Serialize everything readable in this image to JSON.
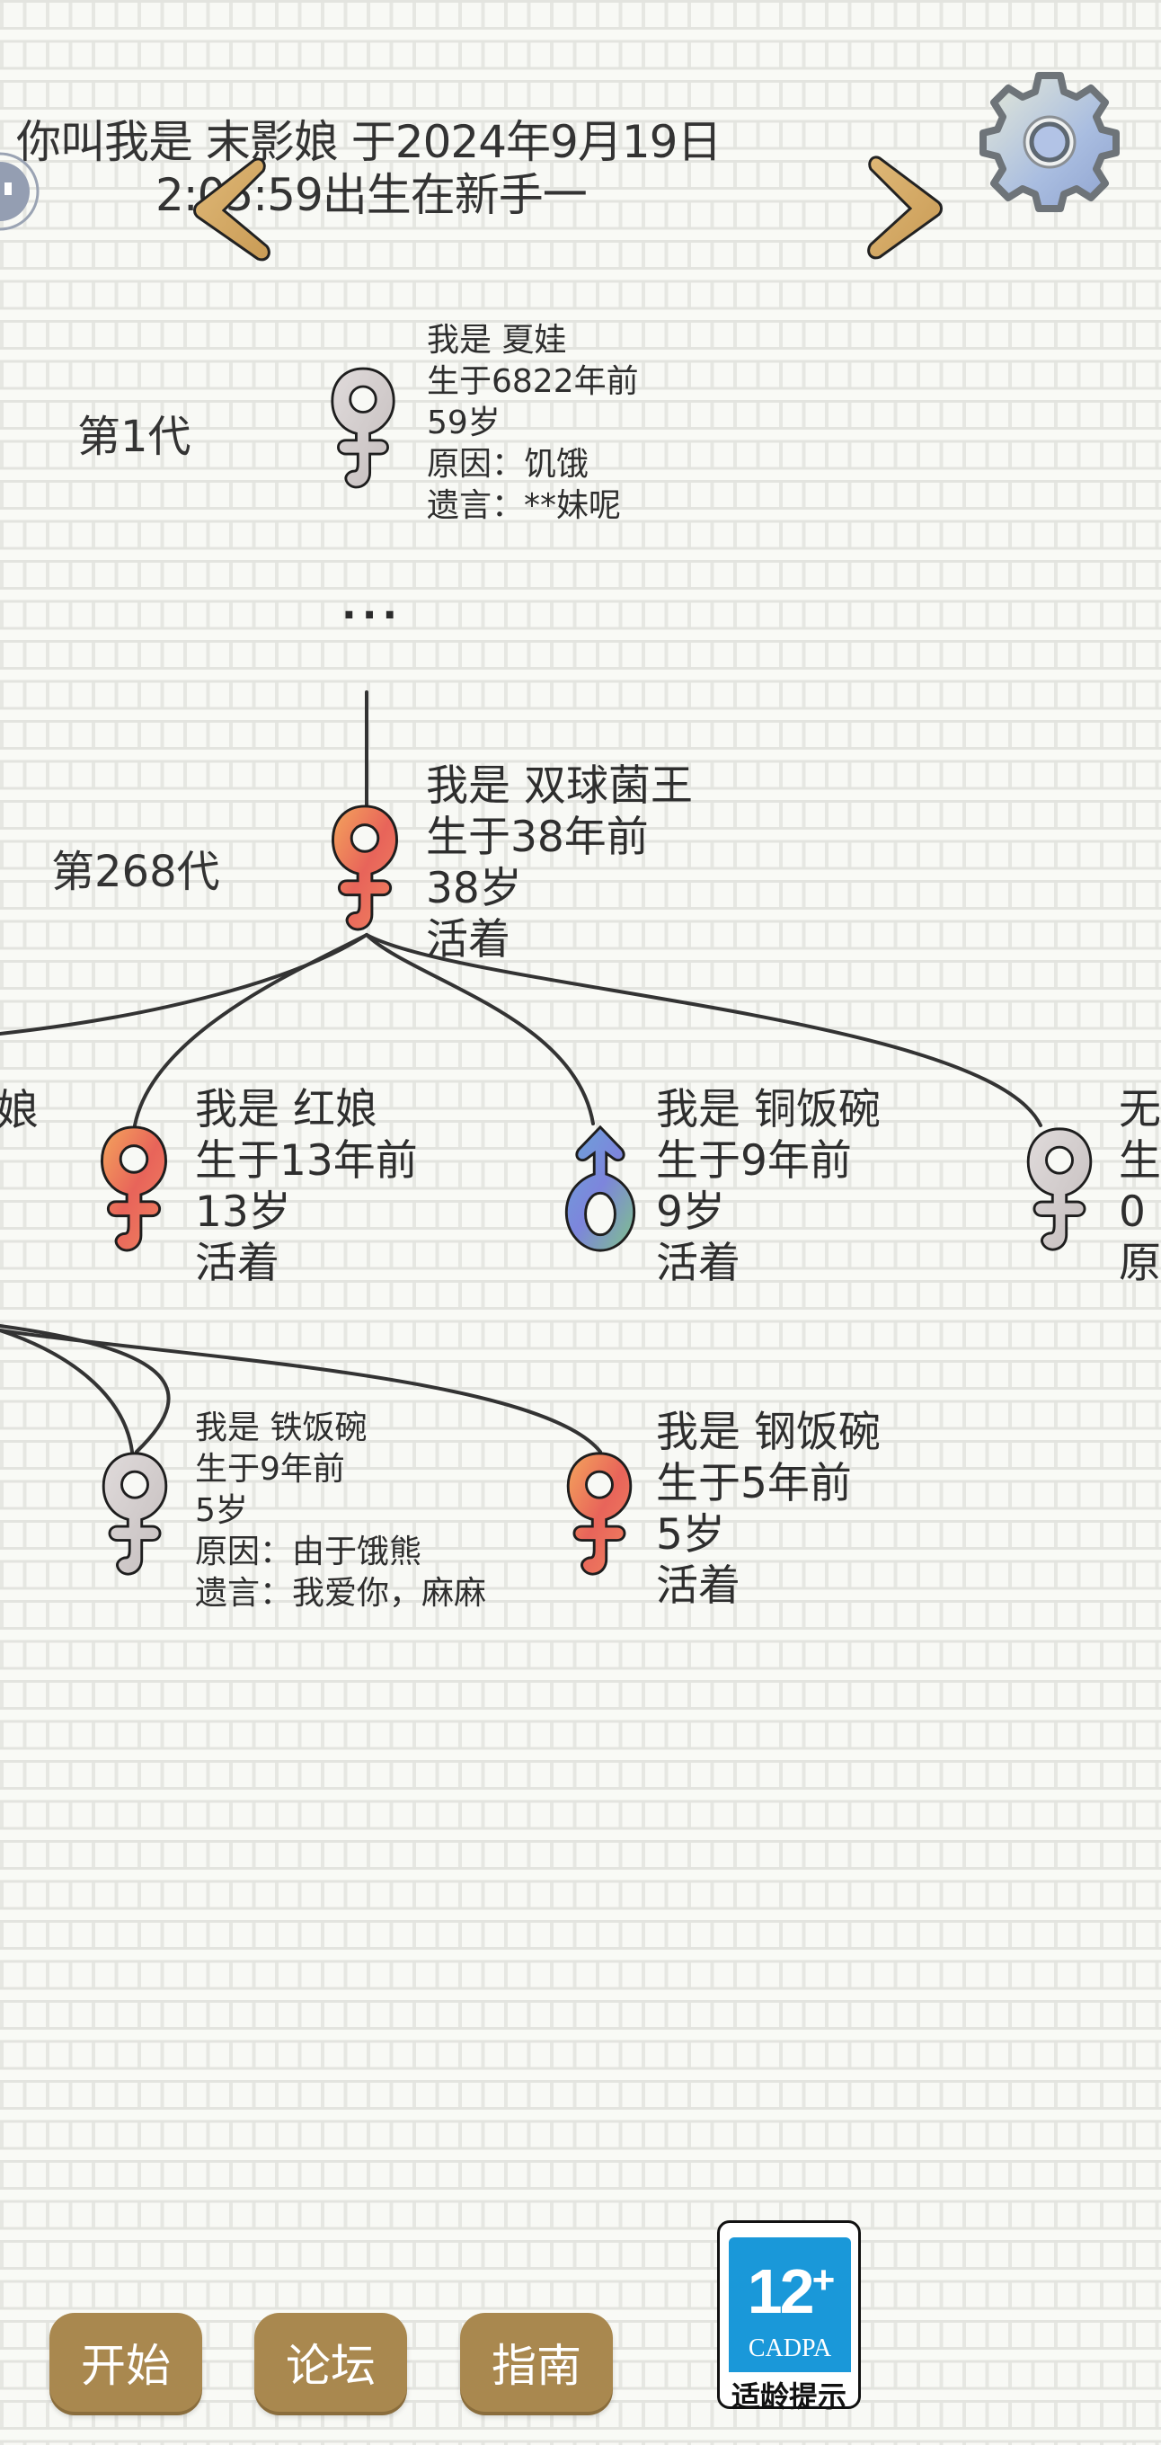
{
  "header": {
    "title_line1": "你叫我是 末影娘 于2024年9月19日",
    "title_line2": "2:05:59出生在新手一",
    "prev_icon": "chevron-left-icon",
    "next_icon": "chevron-right-icon",
    "settings_icon": "gear-icon",
    "pause_icon": "pause-icon"
  },
  "colors": {
    "background": "#f8f9f5",
    "grid_line": "#e3e4df",
    "button": "#a9884f",
    "badge_blue": "#1a98d9",
    "female_alive": "#ec6f5e",
    "female_dead": "#c9c3c3",
    "male_alive": "#7f8fd8"
  },
  "tree": {
    "generation_1": {
      "label": "第1代",
      "node": {
        "gender": "female",
        "status": "dead",
        "lines": [
          "我是 夏娃",
          "生于6822年前",
          "59岁",
          "原因：饥饿",
          "遗言：**妹呢"
        ]
      }
    },
    "ellipsis": "...",
    "generation_268": {
      "label": "第268代",
      "node": {
        "gender": "female",
        "status": "alive",
        "lines": [
          "我是 双球菌王",
          "生于38年前",
          "38岁",
          "活着"
        ]
      }
    },
    "children": [
      {
        "partial_text": "娘",
        "gender": "female",
        "status": "offscreen"
      },
      {
        "gender": "female",
        "status": "alive",
        "lines": [
          "我是 红娘",
          "生于13年前",
          "13岁",
          "活着"
        ]
      },
      {
        "gender": "male",
        "status": "alive",
        "lines": [
          "我是 铜饭碗",
          "生于9年前",
          "9岁",
          "活着"
        ]
      },
      {
        "gender": "female",
        "status": "dead",
        "lines": [
          "无",
          "生",
          "0",
          "原"
        ]
      }
    ],
    "grandchildren": [
      {
        "gender": "female",
        "status": "dead",
        "lines": [
          "我是 铁饭碗",
          "生于9年前",
          "5岁",
          "原因：由于饿熊",
          "遗言：我爱你，麻麻"
        ]
      },
      {
        "gender": "female",
        "status": "alive",
        "lines": [
          "我是 钢饭碗",
          "生于5年前",
          "5岁",
          "活着"
        ]
      }
    ]
  },
  "footer": {
    "buttons": [
      {
        "label": "开始"
      },
      {
        "label": "论坛"
      },
      {
        "label": "指南"
      }
    ],
    "age_badge": {
      "age": "12",
      "plus": "+",
      "org": "CADPA",
      "caption": "适龄提示"
    }
  }
}
